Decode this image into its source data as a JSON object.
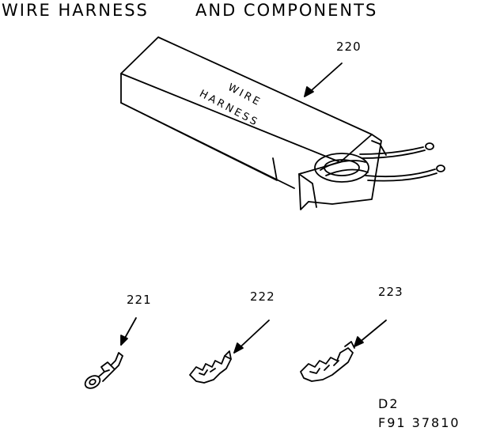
{
  "diagram": {
    "title_part1": "WIRE HARNESS",
    "title_part2": "AND COMPONENTS",
    "box_label_line1": "WIRE",
    "box_label_line2": "HARNESS",
    "callouts": {
      "harness": "220",
      "ring_terminal": "221",
      "spade_terminal": "222",
      "spade_terminal_large": "223"
    },
    "footer": {
      "code": "D2",
      "part_number": "F91 37810"
    },
    "ink_color": "#000000",
    "paper_color": "#ffffff"
  }
}
